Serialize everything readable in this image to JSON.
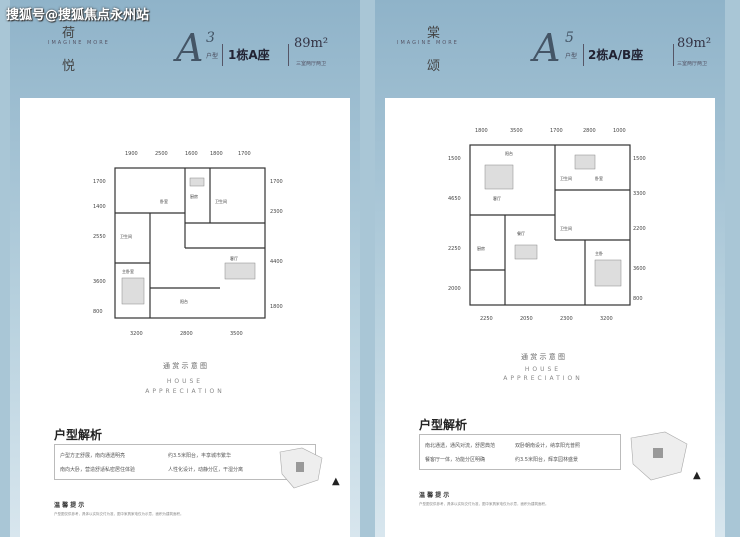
{
  "watermark": "搜狐号@搜狐焦点永州站",
  "left": {
    "vertical_title": [
      "荷",
      "悦"
    ],
    "imagine": "IMAGINE MORE",
    "type_letter": "A",
    "type_number": "3",
    "type_suffix": "户型",
    "building": "1栋A座",
    "area": "89m²",
    "area_sub": "三室两厅两卫",
    "top_dims": [
      "1900",
      "2500",
      "1600",
      "1800",
      "1700"
    ],
    "bottom_dims": [
      "3200",
      "2800",
      "3500"
    ],
    "left_dims": [
      "1700",
      "1400",
      "2550",
      "3600",
      "800"
    ],
    "right_dims": [
      "1700",
      "2300",
      "4400",
      "1800"
    ],
    "rooms": [
      "厨房",
      "卫生间",
      "卧室",
      "主卧室",
      "客厅",
      "阳台",
      "卫生间"
    ],
    "caption": "通 赏 示 意 图",
    "caption_en_1": "HOUSE",
    "caption_en_2": "APPRECIATION",
    "analysis_title": "户型解析",
    "features": [
      "户型方正舒展，南向通透明亮",
      "约3.5米阳台，丰享城市繁华",
      "南向大卧，营造舒适私密居住体验",
      "人性化设计，动静分区，干湿分离"
    ],
    "tip_title": "温 馨 提 示",
    "tip_text": "户型图仅供参考，具体以实际交付为准，图中家具家电仅为示意，面积为建筑面积。"
  },
  "right": {
    "vertical_title": [
      "棠",
      "颂"
    ],
    "imagine": "IMAGINE MORE",
    "type_letter": "A",
    "type_number": "5",
    "type_suffix": "户型",
    "building": "2栋A/B座",
    "area": "89m²",
    "area_sub": "三室两厅两卫",
    "top_dims": [
      "1800",
      "3500",
      "1700",
      "2800",
      "1000"
    ],
    "bottom_dims": [
      "2250",
      "2050",
      "2300",
      "3200"
    ],
    "left_dims": [
      "1500",
      "4650",
      "2250",
      "2000"
    ],
    "right_dims": [
      "1500",
      "3300",
      "2200",
      "3600",
      "800"
    ],
    "rooms": [
      "阳台",
      "客厅",
      "卫生间",
      "卧室",
      "厨房",
      "餐厅",
      "主卧",
      "卫生间"
    ],
    "caption": "通 赏 示 意 图",
    "caption_en_1": "HOUSE",
    "caption_en_2": "APPRECIATION",
    "analysis_title": "户型解析",
    "features": [
      "南北通透，通风对流，舒居典范",
      "双卧朝南设计，纳享阳光普照",
      "餐客厅一体，功能分区明确",
      "约3.5米阳台，辉享园林盛景"
    ],
    "tip_title": "温 馨 提 示",
    "tip_text": "户型图仅供参考，具体以实际交付为准，图中家具家电仅为示意，面积为建筑面积。"
  }
}
